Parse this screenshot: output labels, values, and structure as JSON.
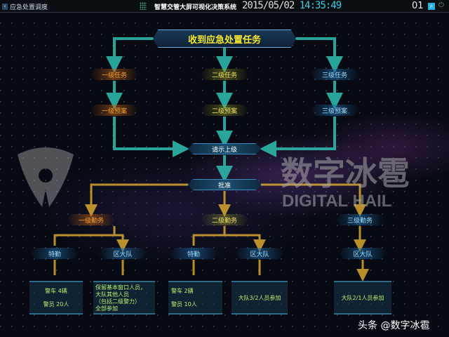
{
  "topbar": {
    "page_title": "应急处置调度",
    "system_title": "智慧交管大屏可视化决策系统",
    "date": "2015/05/02",
    "time": "14:35:49",
    "screen_number": "01",
    "back_icon": "chevron-left-icon",
    "search_icon": "search-icon",
    "power_icon": "power-icon"
  },
  "flow": {
    "root": "收到应急处置任务",
    "levels": [
      {
        "task": "一级任务",
        "plan": "一级预案",
        "color": "#f0a030"
      },
      {
        "task": "二级任务",
        "plan": "二级预案",
        "color": "#e8e060"
      },
      {
        "task": "三级任务",
        "plan": "三级预案",
        "color": "#9fdcff"
      }
    ],
    "request": "请示上级",
    "approve": "批准",
    "duties": [
      "一级勤务",
      "二级勤务",
      "三级勤务"
    ],
    "units": [
      "特勤",
      "区大队",
      "特勤",
      "区大队",
      "区大队"
    ],
    "details": [
      [
        "警车 4辆",
        "警员 20人"
      ],
      [
        "保留基本窗口人员，",
        "大队其他人员",
        "（包括二级警力）",
        "全部参加"
      ],
      [
        "警车 2辆",
        "警员 10人"
      ],
      [
        "大队3/2人员参加"
      ],
      [
        "大队2/1人员参加"
      ]
    ]
  },
  "watermark": {
    "cn": "数字冰雹",
    "en": "DIGITAL HAIL"
  },
  "footer": "头条 @数字冰雹",
  "colors": {
    "teal": "#2fc0b0",
    "gold": "#d8a830",
    "accent": "#2ab0e0"
  }
}
